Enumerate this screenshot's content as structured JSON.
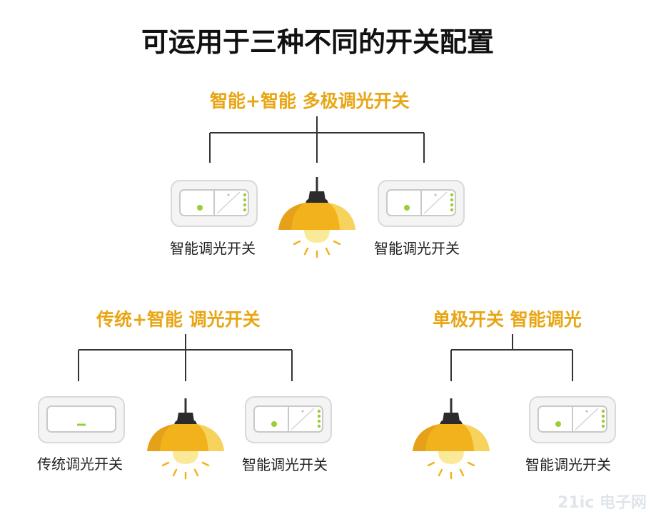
{
  "title": "可运用于三种不同的开关配置",
  "accent_color": "#e8a615",
  "config1": {
    "heading": "智能+智能 多极调光开关",
    "left_label": "智能调光开关",
    "right_label": "智能调光开关"
  },
  "config2": {
    "heading": "传统+智能 调光开关",
    "left_label": "传统调光开关",
    "right_label": "智能调光开关"
  },
  "config3": {
    "heading": "单极开关 智能调光",
    "right_label": "智能调光开关"
  },
  "watermark": "21ic 电子网"
}
